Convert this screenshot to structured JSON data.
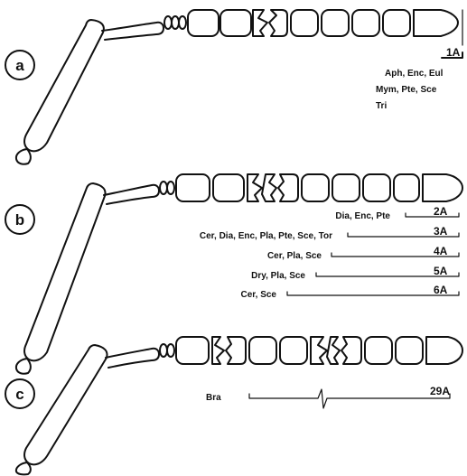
{
  "panels": [
    {
      "letter": "a",
      "scale_label": "1A",
      "taxa_lines": [
        "Aph, Enc, Eul",
        "Mym, Pte, Sce",
        "Tri"
      ]
    },
    {
      "letter": "b",
      "rows": [
        {
          "taxa": "Dia, Enc, Pte",
          "scale": "2A"
        },
        {
          "taxa": "Cer, Dia, Enc, Pla, Pte, Sce, Tor",
          "scale": "3A"
        },
        {
          "taxa": "Cer, Pla, Sce",
          "scale": "4A"
        },
        {
          "taxa": "Dry, Pla, Sce",
          "scale": "5A"
        },
        {
          "taxa": "Cer, Sce",
          "scale": "6A"
        }
      ]
    },
    {
      "letter": "c",
      "rows": [
        {
          "taxa": "Bra",
          "scale": "29A"
        }
      ]
    }
  ],
  "colors": {
    "ink": "#111111",
    "background": "#ffffff"
  }
}
